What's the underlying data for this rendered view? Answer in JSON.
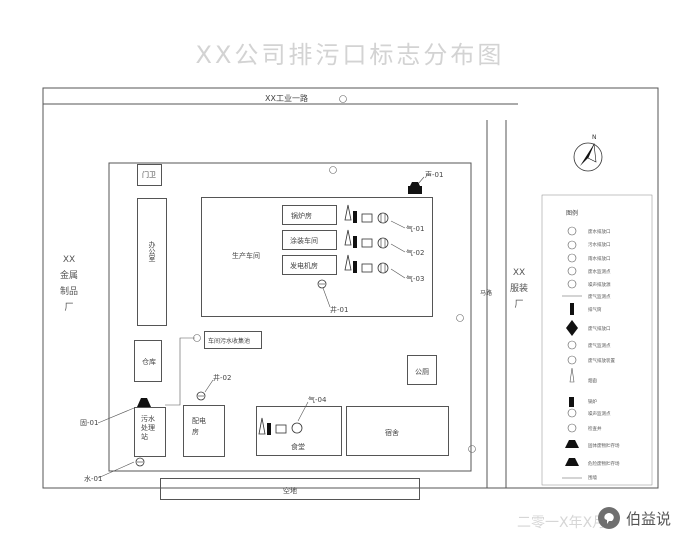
{
  "title": "XX公司排污口标志分布图",
  "road_top": "XX工业一路",
  "road_right": "马路",
  "west_neighbor": [
    "XX",
    "金属",
    "制品",
    "厂"
  ],
  "east_neighbor": [
    "XX",
    "服装",
    "厂"
  ],
  "buildings": {
    "gate": "门卫",
    "office": "办公室",
    "production": "生产车间",
    "boiler": "锅炉房",
    "coating": "涂装车间",
    "generator": "发电机房",
    "wastewater_collect": "车间污水收集池",
    "warehouse": "仓库",
    "wwtp": "污水处理站",
    "distribution": "配电房",
    "canteen": "食堂",
    "dorm": "宿舍",
    "toilet": "公厕",
    "vacant": "空地"
  },
  "outlet_labels": {
    "noise_01": "声-01",
    "gas_01": "气-01",
    "gas_02": "气-02",
    "gas_03": "气-03",
    "gas_04": "气-04",
    "well_01": "井-01",
    "well_02": "井-02",
    "solid_01": "固-01",
    "water_01": "水-01"
  },
  "legend": {
    "title": "图例",
    "items": [
      "废水排放口",
      "污水排放口",
      "雨水排放口",
      "废水监测点",
      "噪声排放源",
      "废气监测点",
      "排气筒",
      "废气排放口",
      "废气监测点",
      "废气排放装置",
      "烟囱",
      "锅炉",
      "噪声监测点",
      "检查井",
      "固体废物贮存场",
      "危险废物贮存场",
      "围墙"
    ]
  },
  "watermark": "二零一X年X月",
  "brand": "伯益说",
  "colors": {
    "line": "#555555",
    "title": "#d3d3d3",
    "fill": "#111111"
  }
}
